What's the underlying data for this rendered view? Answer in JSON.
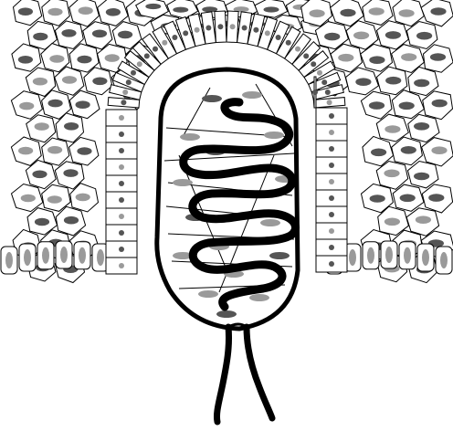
{
  "figure": {
    "background": "#ffffff",
    "outline_color": "#000000",
    "dark_nucleus_color": "#555555",
    "light_nucleus_color": "#9a9a9a",
    "parts": [
      "epithelial-cell-layer",
      "columnar-cell-border",
      "gland-lumen",
      "coiled-tubule",
      "duct"
    ]
  }
}
